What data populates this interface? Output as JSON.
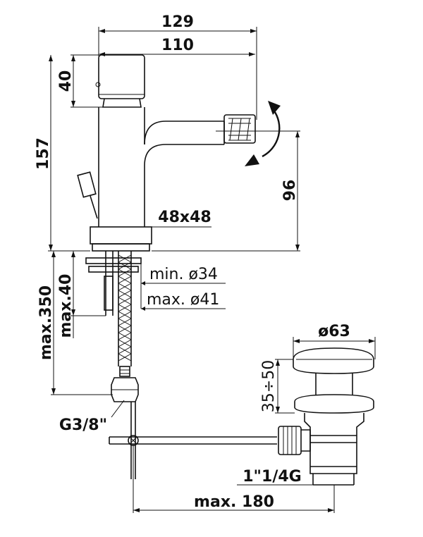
{
  "labels": {
    "w129": "129",
    "w110": "110",
    "h40_top": "40",
    "h157": "157",
    "h96": "96",
    "base": "48x48",
    "hole_min": "min. ø34",
    "hole_max": "max. ø41",
    "max350": "max.350",
    "max40": "max.40",
    "d63": "ø63",
    "lift": "35÷50",
    "g38": "G3/8\"",
    "thread": "1\"1/4G",
    "max180": "max. 180"
  },
  "colors": {
    "line": "#111111",
    "background": "#ffffff"
  },
  "icons": {
    "rotation": "rotation-arrow-icon"
  }
}
